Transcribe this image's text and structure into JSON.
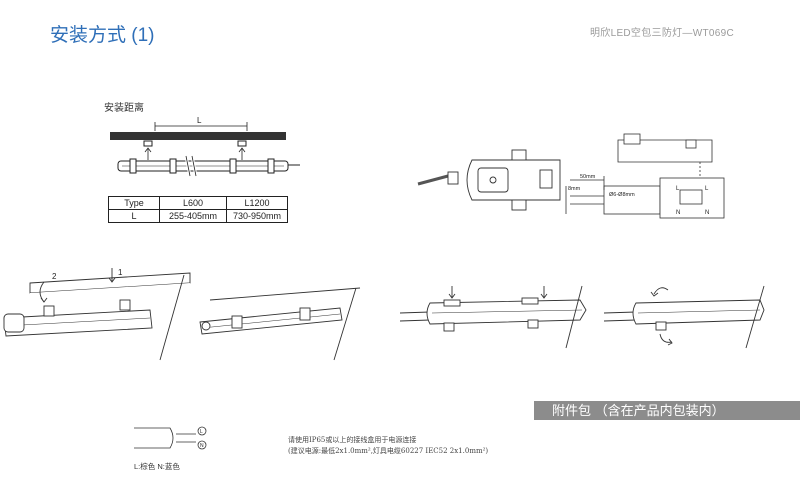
{
  "header": {
    "title": "安装方式 (1)",
    "product": "明欣LED空包三防灯—WT069C"
  },
  "spacing": {
    "label": "安装距离",
    "dimension_letter": "L"
  },
  "spec_table": {
    "headers": [
      "Type",
      "L600",
      "L1200"
    ],
    "rows": [
      [
        "L",
        "255-405mm",
        "730-950mm"
      ]
    ]
  },
  "steps": {
    "arrow1": "1",
    "arrow2": "2"
  },
  "cable_diagram": {
    "strip_length": "50mm",
    "insulation": "8mm",
    "diameter": "Ø6-Ø8mm",
    "terminal_l": "L",
    "terminal_n": "N"
  },
  "accessories_banner": "附件包 （含在产品内包装内）",
  "wiring_note": {
    "line1": "请使用IP65或以上的接线盒用于电源连接",
    "line2": "(建议电源:最低2x1.0mm²,灯具电缆60227 IEC52 2x1.0mm²)"
  },
  "wire_legend": "L:棕色 N:蓝色"
}
